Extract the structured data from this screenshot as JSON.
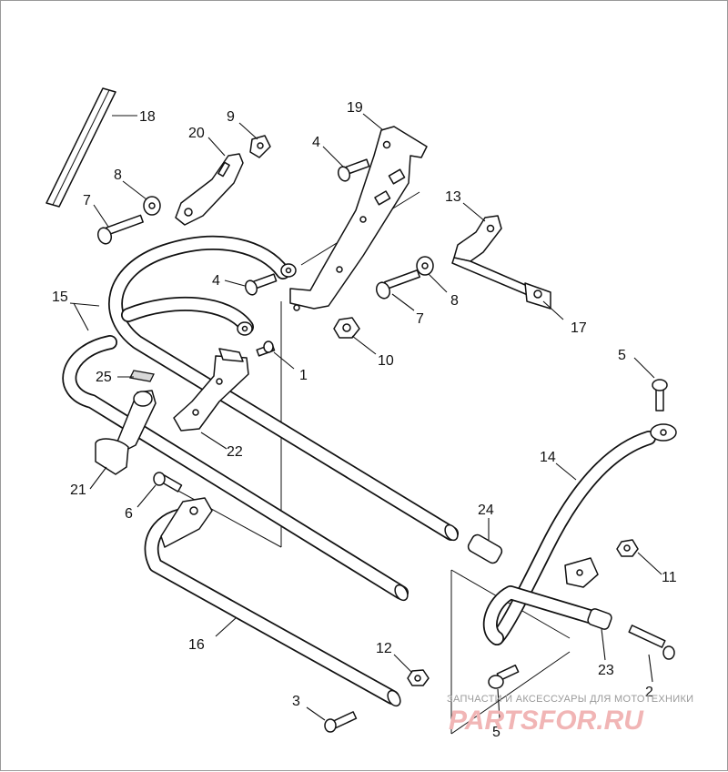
{
  "callouts": {
    "c1": "1",
    "c2": "2",
    "c3": "3",
    "c4a": "4",
    "c4b": "4",
    "c5a": "5",
    "c5b": "5",
    "c6": "6",
    "c7a": "7",
    "c7b": "7",
    "c8a": "8",
    "c8b": "8",
    "c9": "9",
    "c10": "10",
    "c11": "11",
    "c12": "12",
    "c13": "13",
    "c14": "14",
    "c15": "15",
    "c16": "16",
    "c17": "17",
    "c18": "18",
    "c19": "19",
    "c20": "20",
    "c21": "21",
    "c22": "22",
    "c23": "23",
    "c24": "24",
    "c25": "25"
  },
  "watermark": {
    "tagline": "ЗАПЧАСТИ И АКСЕССУАРЫ ДЛЯ МОТОТЕХНИКИ",
    "logo": "PARTSFOR.RU"
  }
}
